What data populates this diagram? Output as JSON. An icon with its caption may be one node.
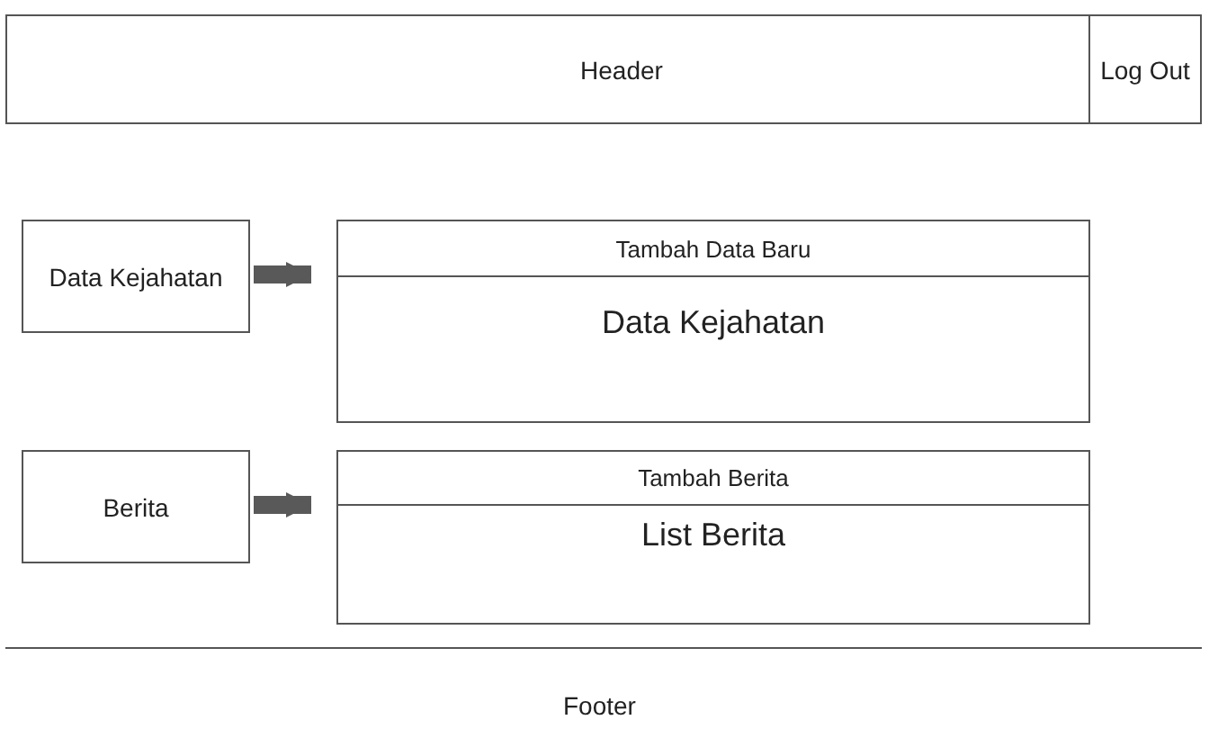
{
  "diagram": {
    "nodes": [
      {
        "text": [
          "Header"
        ]
      },
      {
        "text": [
          "Log Out"
        ]
      },
      {
        "text": [
          "Data Kejahatan"
        ]
      },
      {
        "text": [
          "Data Kejahatan"
        ]
      },
      {
        "text": [
          "Tambah Data Baru"
        ],
        "in": 3
      },
      {
        "text": [
          "Berita"
        ]
      },
      {
        "text": [
          "List Berita"
        ]
      },
      {
        "text": [
          "Tambah Berita"
        ],
        "in": 6
      }
    ],
    "edges": [
      {
        "from": 2,
        "to": 3,
        "arrow": "to"
      },
      {
        "from": 5,
        "to": 6,
        "arrow": "to"
      }
    ],
    "labels": [
      "Footer"
    ]
  }
}
